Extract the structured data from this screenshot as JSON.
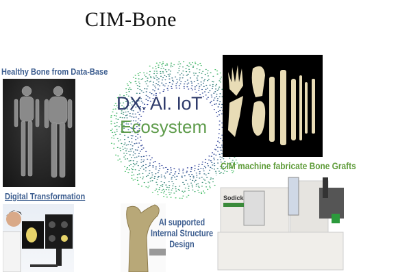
{
  "title": "CIM-Bone",
  "center": {
    "line1": "DX. AI. IoT",
    "line2": "Ecosystem"
  },
  "labels": {
    "healthy": "Healthy Bone from Data-Base",
    "digital": "Digital Transformation",
    "ai_line1": "AI supported",
    "ai_line2": "Internal Structure",
    "ai_line3": "Design",
    "cim": "CIM machine fabricate Bone Grafts"
  },
  "machine_brand": "Sodick",
  "colors": {
    "blue_text": "#3c5d8f",
    "green_text": "#5f9c3a",
    "ring_inner": "#2e3f9a",
    "ring_outer": "#4cc46a"
  }
}
